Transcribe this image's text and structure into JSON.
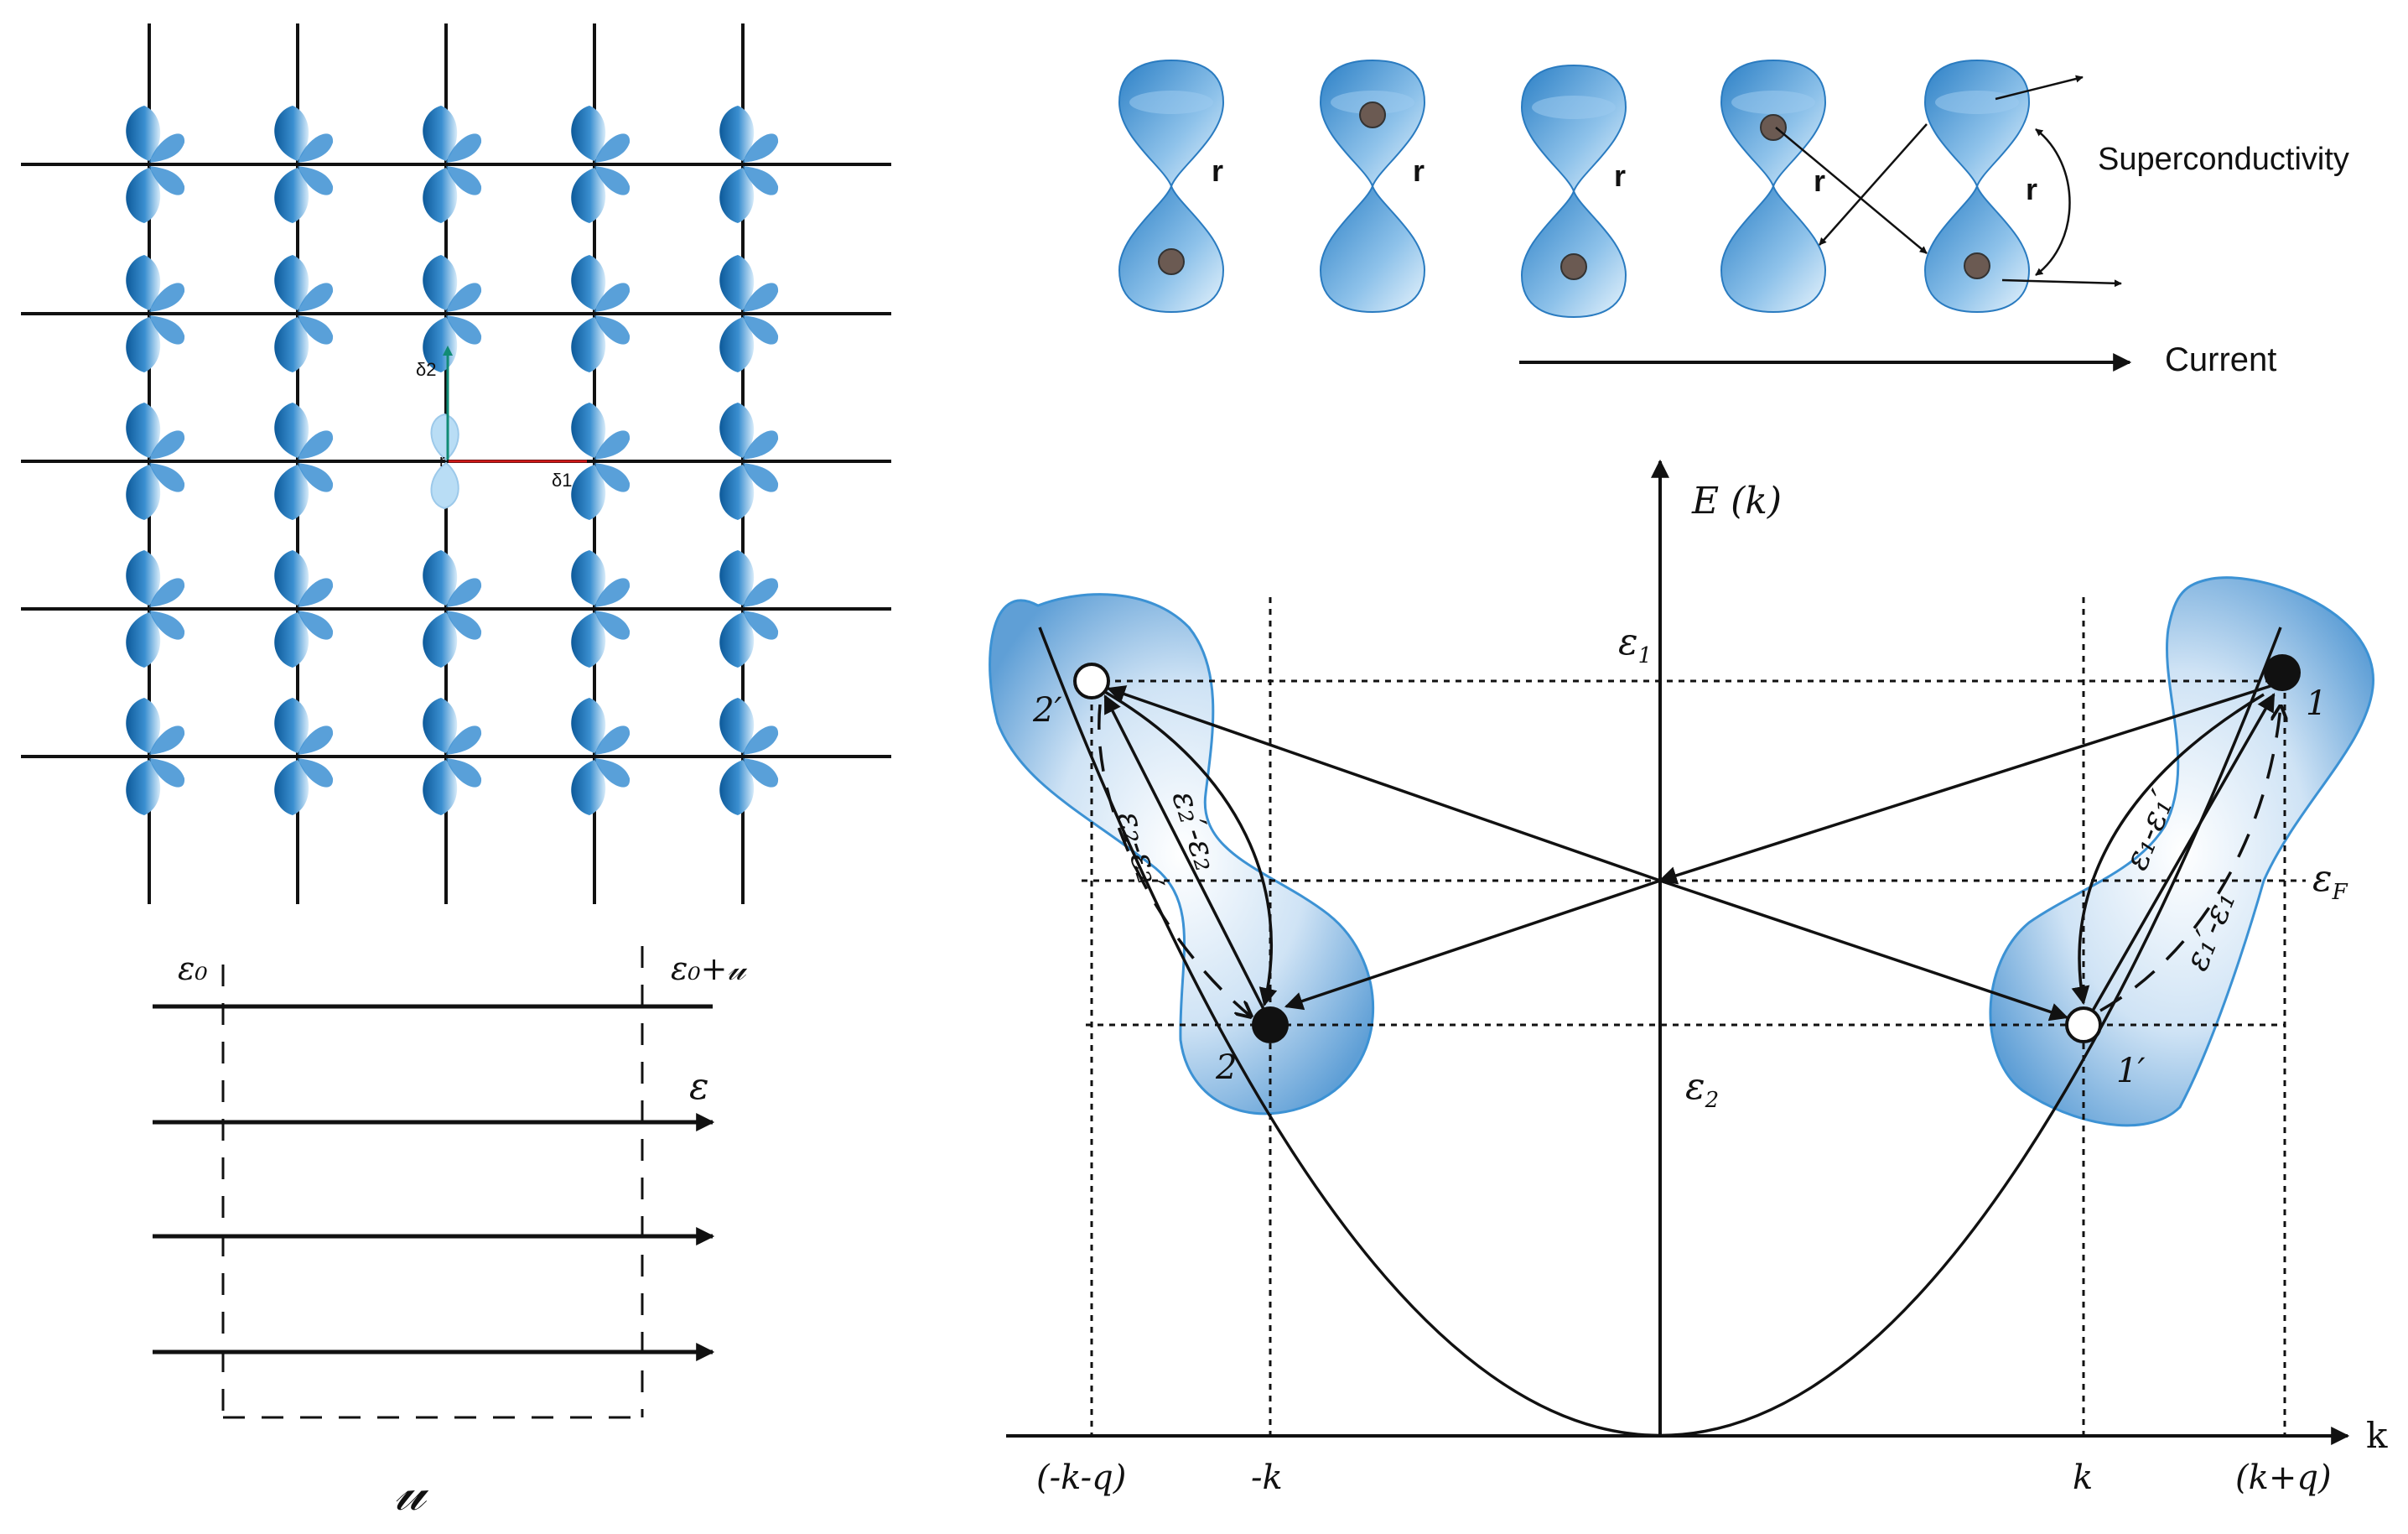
{
  "lattice": {
    "delta1": "δ1",
    "delta2": "δ2",
    "site_label": "r"
  },
  "levels": {
    "e0": "ε₀",
    "e0_plus_u": "ε₀+𝓊",
    "eps": "ε",
    "u": "𝓊"
  },
  "orbitals": {
    "r_label": "r",
    "superconductivity": "Superconductivity",
    "current": "Current"
  },
  "band": {
    "energy_axis": "E (k)",
    "k_axis": "k",
    "eps1": "ε",
    "eps1_sub": "1",
    "eps2": "ε",
    "eps2_sub": "2",
    "epsF": "ε",
    "epsF_sub": "F",
    "tick_mkq": "(-k-q)",
    "tick_mk": "-k",
    "tick_k": "k",
    "tick_kq": "(k+q)",
    "p1": "1",
    "p1p": "1′",
    "p2": "2",
    "p2p": "2′",
    "arc_left_1": "ε₂′-ε₂",
    "arc_left_2": "ε₂-ε₂′",
    "arc_right_1": "ε₁-ε₁′",
    "arc_right_2": "ε₁′-ε₁"
  },
  "colors": {
    "orbital_blue": "#1f6fb5",
    "orbital_light": "#cfe6f7",
    "line": "#111111",
    "delta1_line": "#d01818",
    "delta2_line": "#118b75"
  }
}
